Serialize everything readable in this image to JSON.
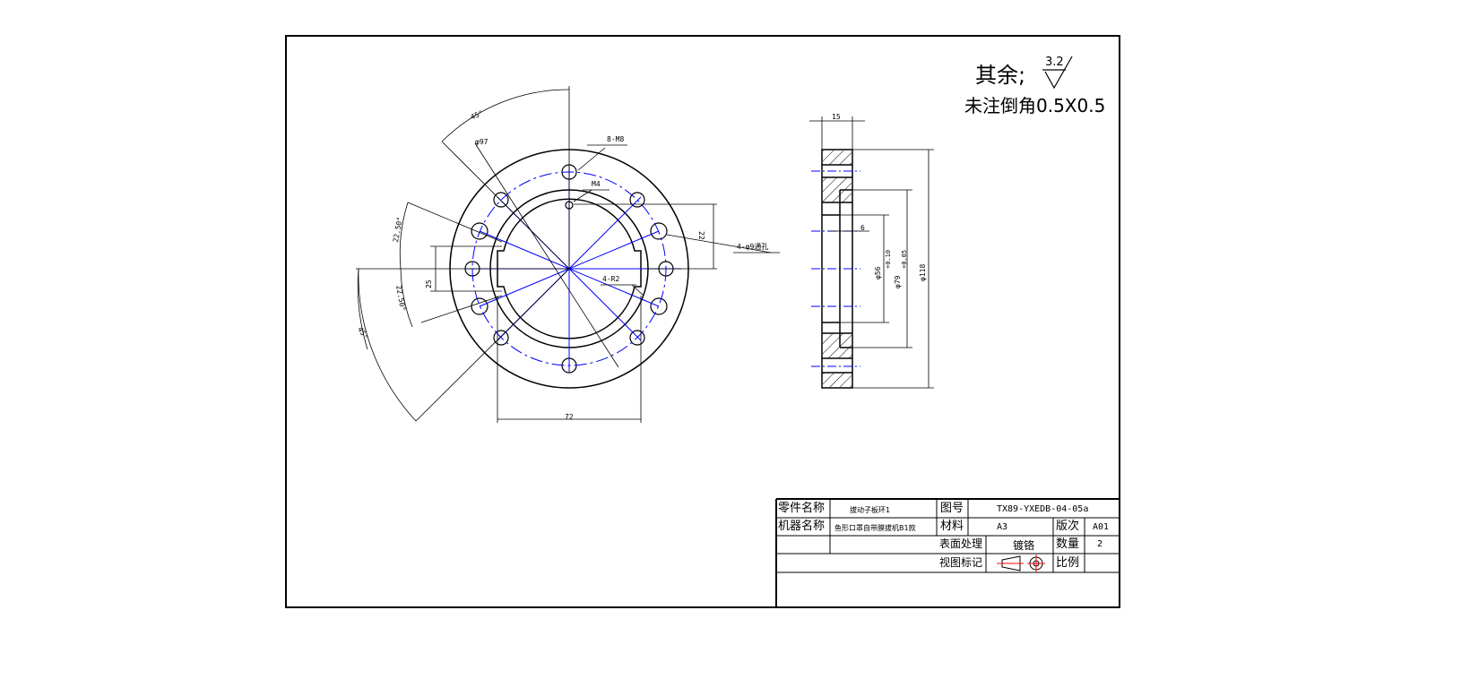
{
  "notes": {
    "other_surfaces_label": "其余;",
    "roughness_value": "3.2",
    "chamfer_note": "未注倒角0.5X0.5"
  },
  "front_view": {
    "dims": {
      "angle_top": "45°",
      "bolt_circle": "φ97",
      "tapped_top": "8-M8",
      "tapped_small": "M4",
      "angle_left_upper": "22.50°",
      "angle_left_lower": "22.50°",
      "angle_bottom": "45°",
      "height_22": "22",
      "height_25": "25",
      "holes_note": "4-φ9通孔",
      "radius_note": "4-R2",
      "width_72": "72"
    }
  },
  "side_view": {
    "dims": {
      "thickness": "15",
      "step_depth": "6",
      "bore": "φ56",
      "spigot": "φ79",
      "tol_upper": "+0.10",
      "tol_lower": "+0.05",
      "outer": "φ118"
    }
  },
  "title_block": {
    "part_name_label": "零件名称",
    "part_name_value": "拔动子板环1",
    "drawing_no_label": "图号",
    "drawing_no_value": "TX89-YXEDB-04-05a",
    "machine_name_label": "机器名称",
    "machine_name_value": "鱼形口罩自带膜拔机B1款",
    "material_label": "材料",
    "material_value": "A3",
    "revision_label": "版次",
    "revision_value": "A01",
    "surface_label": "表面处理",
    "surface_value": "镀铬",
    "quantity_label": "数量",
    "quantity_value": "2",
    "view_mark_label": "视图标记",
    "scale_label": "比例",
    "scale_value": ""
  },
  "colors": {
    "line": "#000000",
    "center_line": "#0000ff"
  }
}
